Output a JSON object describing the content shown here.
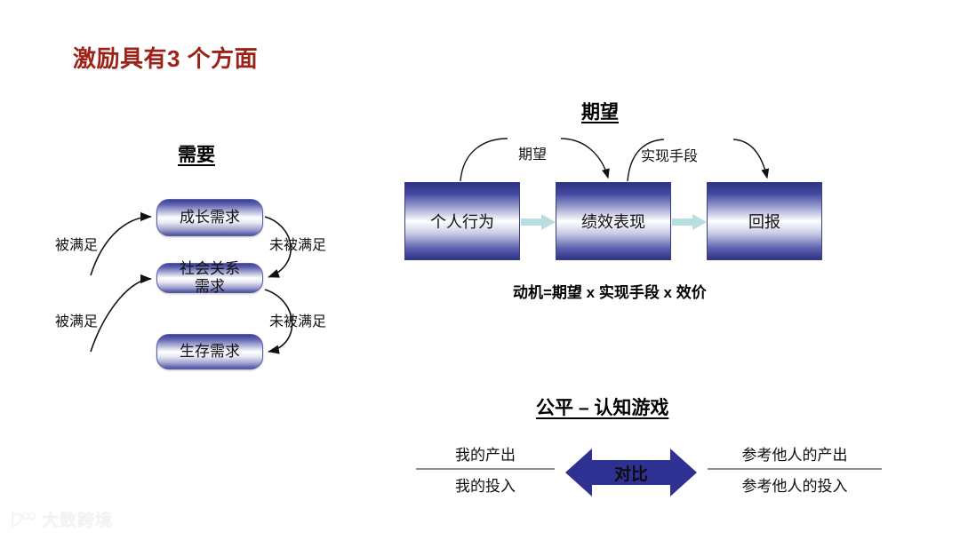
{
  "slide": {
    "title": "激励具有3 个方面",
    "title_color": "#9c2117",
    "background": "#ffffff"
  },
  "needs": {
    "heading": "需要",
    "boxes": [
      {
        "label": "成长需求"
      },
      {
        "label": "社会关系\n需求"
      },
      {
        "label": "生存需求"
      }
    ],
    "arrow_labels": {
      "satisfied_top": "被满足",
      "unsatisfied_top": "未被满足",
      "satisfied_bottom": "被满足",
      "unsatisfied_bottom": "未被满足"
    },
    "box_gradient_dark": "#3b3f93",
    "box_gradient_light": "#ffffff"
  },
  "expectancy": {
    "heading": "期望",
    "boxes": [
      {
        "label": "个人行为"
      },
      {
        "label": "绩效表现"
      },
      {
        "label": "回报"
      }
    ],
    "curve_labels": [
      "期望",
      "实现手段"
    ],
    "formula": "动机=期望 x 实现手段 x 效价",
    "connector_color": "#b9dede",
    "box_gradient_dark": "#2f3383",
    "box_gradient_light": "#ffffff"
  },
  "equity": {
    "heading": "公平 – 认知游戏",
    "left_fraction": {
      "numerator": "我的产出",
      "denominator": "我的投入"
    },
    "right_fraction": {
      "numerator": "参考他人的产出",
      "denominator": "参考他人的投入"
    },
    "arrow_label": "对比",
    "arrow_color": "#2e3192",
    "fraction_bar_color": "#8e8e96"
  },
  "watermark": {
    "text": "大数跨境"
  }
}
